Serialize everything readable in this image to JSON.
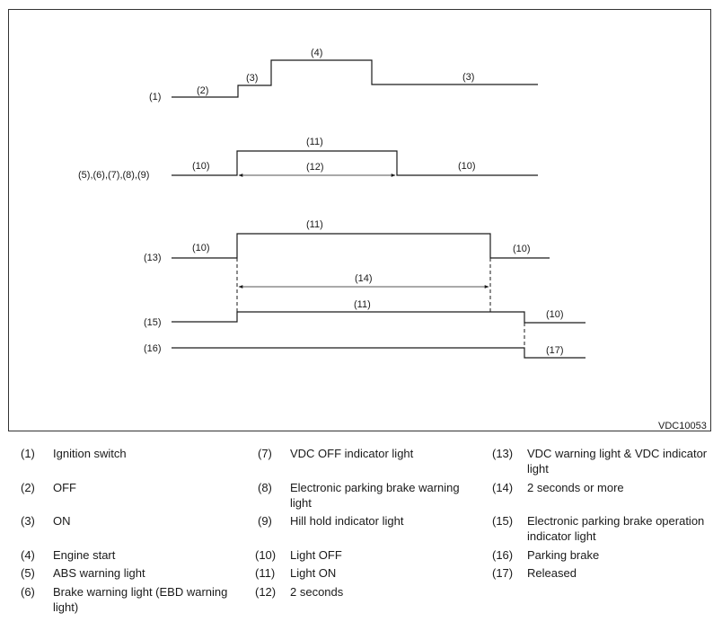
{
  "diagram": {
    "code": "VDC10053",
    "row_labels": {
      "r1": "(1)",
      "r2": "(5),(6),(7),(8),(9)",
      "r3": "(13)",
      "r4": "(15)",
      "r5": "(16)"
    },
    "segment_labels": {
      "s_off": "(2)",
      "s_on_a": "(3)",
      "s_start": "(4)",
      "s_on_b": "(3)",
      "w_off_a": "(10)",
      "w_on_a": "(11)",
      "w_two_sec": "(12)",
      "w_off_b": "(10)",
      "v_off_a": "(10)",
      "v_on": "(11)",
      "v_off_b": "(10)",
      "v_two_more": "(14)",
      "p_on": "(11)",
      "p_off": "(10)",
      "b_released": "(17)"
    }
  },
  "legend": [
    {
      "num": "(1)",
      "text": "Ignition switch"
    },
    {
      "num": "(2)",
      "text": "OFF"
    },
    {
      "num": "(3)",
      "text": "ON"
    },
    {
      "num": "(4)",
      "text": "Engine start"
    },
    {
      "num": "(5)",
      "text": "ABS warning light"
    },
    {
      "num": "(6)",
      "text": "Brake warning light (EBD warning light)"
    },
    {
      "num": "(7)",
      "text": "VDC OFF indicator light"
    },
    {
      "num": "(8)",
      "text": "Electronic parking brake warning light"
    },
    {
      "num": "(9)",
      "text": "Hill hold indicator light"
    },
    {
      "num": "(10)",
      "text": "Light OFF"
    },
    {
      "num": "(11)",
      "text": "Light ON"
    },
    {
      "num": "(12)",
      "text": "2 seconds"
    },
    {
      "num": "(13)",
      "text": "VDC warning light & VDC indicator light"
    },
    {
      "num": "(14)",
      "text": "2 seconds or more"
    },
    {
      "num": "(15)",
      "text": "Electronic parking brake operation indicator light"
    },
    {
      "num": "(16)",
      "text": "Parking brake"
    },
    {
      "num": "(17)",
      "text": "Released"
    }
  ]
}
